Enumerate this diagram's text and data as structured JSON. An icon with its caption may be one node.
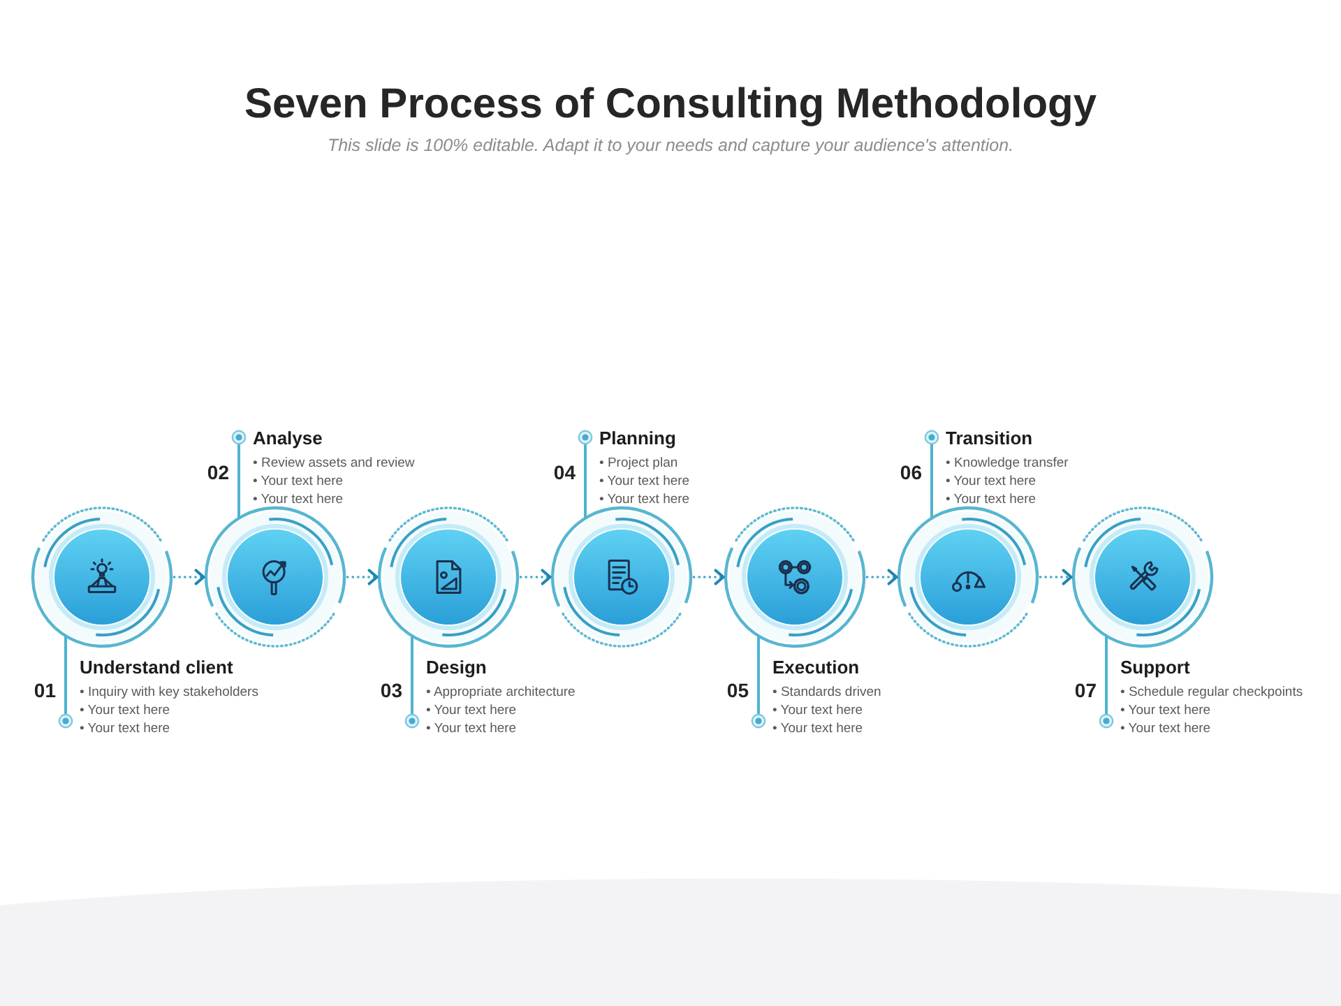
{
  "diagram": {
    "title": "Seven Process of Consulting Methodology",
    "nodes": [
      {
        "text": [],
        "shape": "circle"
      },
      {
        "text": [
          "Understand client",
          "• Inquiry with key stakeholders",
          "• Your text here",
          "• Your text here"
        ],
        "beside": [
          "01"
        ]
      },
      {
        "text": [],
        "shape": "circle"
      },
      {
        "text": [
          "Analyse",
          "• Review assets and review",
          "• Your text here",
          "• Your text here"
        ],
        "beside": [
          "02"
        ]
      },
      {
        "text": [],
        "shape": "circle"
      },
      {
        "text": [
          "Design",
          "• Appropriate architecture",
          "• Your text here",
          "• Your text here"
        ],
        "beside": [
          "03"
        ]
      },
      {
        "text": [],
        "shape": "circle"
      },
      {
        "text": [
          "Planning",
          "• Project plan",
          "• Your text here",
          "• Your text here"
        ],
        "beside": [
          "04"
        ]
      },
      {
        "text": [],
        "shape": "circle"
      },
      {
        "text": [
          "Execution",
          "• Standards driven",
          "• Your text here",
          "• Your text here"
        ],
        "beside": [
          "05"
        ]
      },
      {
        "text": [],
        "shape": "circle"
      },
      {
        "text": [
          "Transition",
          "• Knowledge transfer",
          "• Your text here",
          "• Your text here"
        ],
        "beside": [
          "06"
        ]
      },
      {
        "text": [],
        "shape": "circle"
      },
      {
        "text": [
          "Support",
          "• Schedule regular checkpoints",
          "• Your text here",
          "• Your text here"
        ],
        "beside": [
          "07"
        ]
      }
    ],
    "edges": [
      {
        "from": 0,
        "to": 2,
        "arrow": "to",
        "style": "dashed"
      },
      {
        "from": 2,
        "to": 4,
        "arrow": "to",
        "style": "dashed"
      },
      {
        "from": 4,
        "to": 6,
        "arrow": "to",
        "style": "dashed"
      },
      {
        "from": 6,
        "to": 8,
        "arrow": "to",
        "style": "dashed"
      },
      {
        "from": 8,
        "to": 10,
        "arrow": "to",
        "style": "dashed"
      },
      {
        "from": 10,
        "to": 12,
        "arrow": "to",
        "style": "dashed"
      },
      {
        "from": 1,
        "to": 0,
        "arrow": "other"
      },
      {
        "from": 3,
        "to": 2,
        "arrow": "other"
      },
      {
        "from": 5,
        "to": 4,
        "arrow": "other"
      },
      {
        "from": 7,
        "to": 6,
        "arrow": "other"
      },
      {
        "from": 9,
        "to": 8,
        "arrow": "other"
      },
      {
        "from": 11,
        "to": 10,
        "arrow": "other"
      },
      {
        "from": 13,
        "to": 12,
        "arrow": "other"
      }
    ],
    "labels": [
      "This slide is 100% editable. Adapt it to your needs and capture your audience's attention."
    ]
  }
}
